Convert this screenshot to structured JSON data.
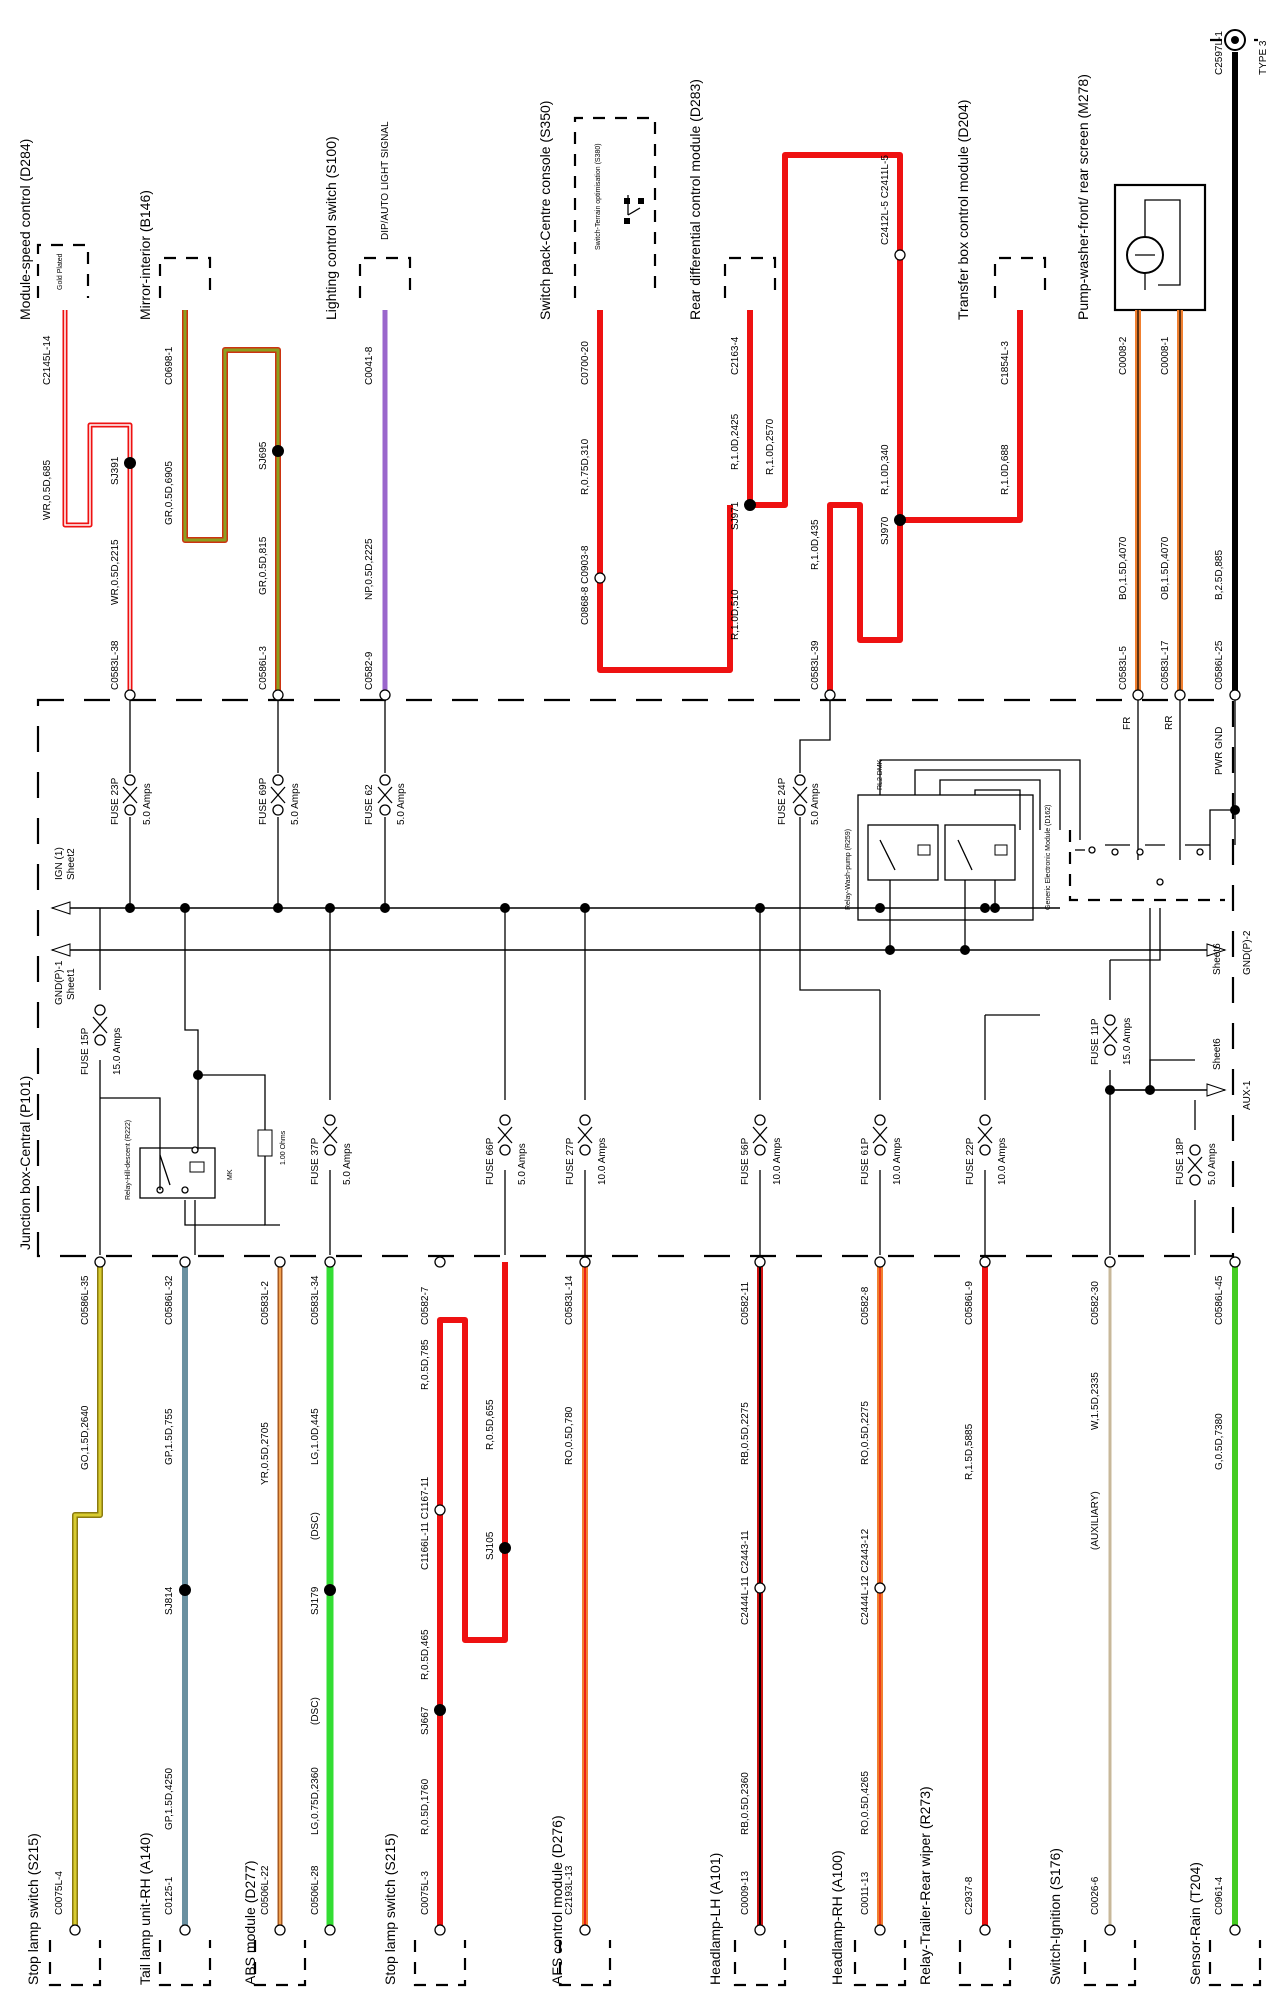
{
  "colors": {
    "red": "#ee1111",
    "black": "#000000",
    "green_red": "#8a9a1a",
    "purple": "#9a66cc",
    "orange": "#f08030",
    "light_green": "#33dd33",
    "yellow_green": "#b8b020",
    "grey_blue": "#6a90a0",
    "brown_red": "#8a2a20",
    "beige": "#c8b89a"
  },
  "junction_box": {
    "label": "Junction box-Central (P101)"
  },
  "buses": {
    "ign": {
      "label": "IGN (1)",
      "sheet": "Sheet2"
    },
    "gnd_left": {
      "label": "GND(P)-1",
      "sheet": "Sheet1"
    },
    "gnd_right": {
      "label": "GND(P)-2",
      "sheet": "Sheet6"
    },
    "aux": {
      "label": "AUX-1",
      "sheet": "Sheet6"
    }
  },
  "top_components": [
    {
      "name": "Module-speed control (D284)",
      "extra": "Gold Plated",
      "pin": "C2145L-14"
    },
    {
      "name": "Mirror-interior (B146)",
      "pin": "C0698-1"
    },
    {
      "name": "Lighting control switch (S100)",
      "extra": "DIP/AUTO LIGHT SIGNAL",
      "pin": "C0041-8"
    },
    {
      "name": "Switch pack-Centre console (S350)",
      "extra": "Switch-Terrain optimisation (S380)",
      "pin": "C0700-20"
    },
    {
      "name": "Rear differential control module (D283)",
      "pin": "C2163-4"
    },
    {
      "name": "Transfer box control module (D204)",
      "pin": "C1854L-3"
    },
    {
      "name": "Pump-washer-front/ rear screen (M278)",
      "pins": [
        "C0008-2",
        "C0008-1"
      ]
    },
    {
      "name": "C2597L-1",
      "extra": "TYPE 3"
    }
  ],
  "top_wires": {
    "w1": [
      "WR,0.5D,685",
      "SJ391",
      "WR,0.5D,2215",
      "C0583L-38"
    ],
    "w2": [
      "GR,0.5D,6905",
      "SJ695",
      "GR,0.5D,815",
      "C0586L-3"
    ],
    "w3": [
      "NP,0.5D,2225",
      "C0582-9"
    ],
    "w4": [
      "R,0.75D,310",
      "C0868-8 C0903-8"
    ],
    "w5": [
      "R,1.0D,2425",
      "R,1.0D,2570",
      "SJ971",
      "R,1.0D,510"
    ],
    "w6": [
      "C2412L-5 C2411L-5",
      "R,1.0D,340",
      "SJ970",
      "R,1.0D,435",
      "C0583L-39"
    ],
    "w7": [
      "R,1.0D,688"
    ],
    "w8": [
      "BO,1.5D,4070",
      "C0583L-5"
    ],
    "w9": [
      "OB,1.5D,4070",
      "C0583L-17"
    ],
    "w10": [
      "B,2.5D,885",
      "C0586L-25"
    ]
  },
  "fuses_top": [
    {
      "name": "FUSE 23P",
      "rating": "5.0 Amps"
    },
    {
      "name": "FUSE 69P",
      "rating": "5.0 Amps"
    },
    {
      "name": "FUSE 62",
      "rating": "5.0 Amps"
    },
    {
      "name": "FUSE 24P",
      "rating": "5.0 Amps"
    }
  ],
  "fuses_bottom": [
    {
      "name": "FUSE 15P",
      "rating": "15.0 Amps"
    },
    {
      "name": "FUSE 37P",
      "rating": "5.0 Amps"
    },
    {
      "name": "FUSE 66P",
      "rating": "5.0 Amps"
    },
    {
      "name": "FUSE 27P",
      "rating": "10.0 Amps"
    },
    {
      "name": "FUSE 56P",
      "rating": "10.0 Amps"
    },
    {
      "name": "FUSE 61P",
      "rating": "10.0 Amps"
    },
    {
      "name": "FUSE 22P",
      "rating": "10.0 Amps"
    },
    {
      "name": "FUSE 11P",
      "rating": "15.0 Amps"
    },
    {
      "name": "FUSE 18P",
      "rating": "5.0 Amps"
    }
  ],
  "relays": {
    "hill": {
      "name": "Relay-Hill-descent (R222)",
      "mark": "MK",
      "resistor": "1.00 Ohms"
    },
    "wash": {
      "name": "Relay-Wash-pump (R259)",
      "mark": "RL2 DMK"
    },
    "gem": {
      "name": "Generic Electronic Module (D162)"
    },
    "fr": "FR",
    "rr": "RR",
    "pwr_gnd": "PWR GND"
  },
  "bottom_components": [
    {
      "name": "Stop lamp switch (S215)",
      "pin": "C0075L-4",
      "wire": "GO,1.5D,2640",
      "jb": "C0586L-35"
    },
    {
      "name": "Tail lamp unit-RH (A140)",
      "pin": "C0125-1",
      "wire": "GP,1.5D,4250",
      "splice": "SJ814",
      "wire2": "GP,1.5D,755",
      "jb": "C0586L-32"
    },
    {
      "name": "ABS module (D277)",
      "pin": "C0506L-22",
      "wire": "YR,0.5D,2705",
      "jb": "C0583L-2"
    },
    {
      "name": "C0506L-28",
      "wire": "LG,0.75D,2360",
      "tag": "(DSC)",
      "splice": "SJ179",
      "tag2": "(DSC)",
      "wire2": "LG,1.0D,445",
      "jb": "C0583L-34"
    },
    {
      "name": "Stop lamp switch (S215)",
      "pin": "C0075L-3",
      "wire": "R,0.5D,1760",
      "splice": "SJ667",
      "wire2": "R,0.5D,465",
      "conn": "C1166L-11 C1167-11",
      "wire3": "R,0.5D,785",
      "splice2": "SJ105",
      "wire4": "R,0.5D,655",
      "jb": "C0582-7"
    },
    {
      "name": "AFS control module (D276)",
      "pin": "C2193L-13",
      "wire": "RO,0.5D,780",
      "jb": "C0583L-14"
    },
    {
      "name": "Headlamp-LH (A101)",
      "pin": "C0009-13",
      "wire": "RB,0.5D,2360",
      "conn": "C2444L-11 C2443-11",
      "wire2": "RB,0.5D,2275",
      "jb": "C0582-11"
    },
    {
      "name": "Headlamp-RH (A100)",
      "pin": "C0011-13",
      "wire": "RO,0.5D,4265",
      "conn": "C2444L-12 C2443-12",
      "wire2": "RO,0.5D,2275",
      "jb": "C0582-8"
    },
    {
      "name": "Relay-Trailer-Rear wiper (R273)",
      "pin": "C2937-8",
      "wire": "R,1.5D,5885",
      "jb": "C0586L-9"
    },
    {
      "name": "Switch-Ignition (S176)",
      "pin": "C0026-6",
      "tag": "(AUXILIARY)",
      "wire": "W,1.5D,2335",
      "jb": "C0582-30"
    },
    {
      "name": "Sensor-Rain (T204)",
      "pin": "C0961-4",
      "wire": "G,0.5D,7380",
      "jb": "C0586L-45"
    }
  ]
}
